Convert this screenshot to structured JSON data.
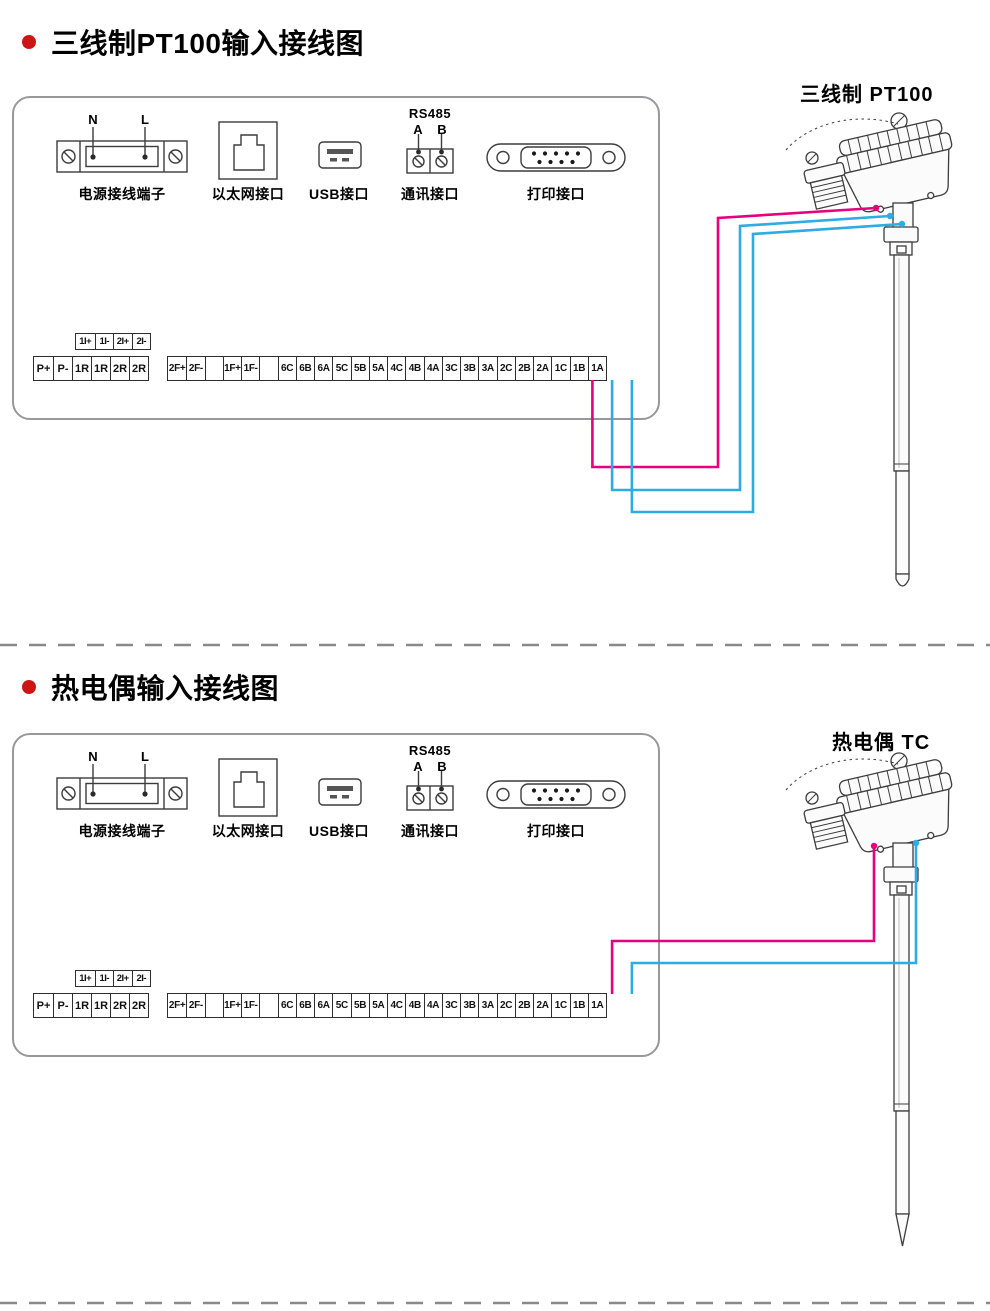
{
  "colors": {
    "accent_red": "#cc1616",
    "wire_magenta": "#e6007e",
    "wire_cyan": "#2bace2"
  },
  "sections": [
    {
      "title": "三线制PT100输入接线图",
      "sensor_label": "三线制 PT100"
    },
    {
      "title": "热电偶输入接线图",
      "sensor_label": "热电偶 TC"
    }
  ],
  "panel": {
    "power": {
      "n": "N",
      "l": "L",
      "label": "电源接线端子"
    },
    "ethernet": {
      "label": "以太网接口"
    },
    "usb": {
      "label": "USB接口"
    },
    "comm": {
      "title": "RS485",
      "a": "A",
      "b": "B",
      "label": "通讯接口"
    },
    "printer": {
      "label": "打印接口"
    },
    "current_strip": [
      "1I+",
      "1I-",
      "2I+",
      "2I-"
    ],
    "left_strip": [
      "P+",
      "P-",
      "1R",
      "1R",
      "2R",
      "2R"
    ],
    "right_strip": [
      "2F+",
      "2F-",
      "",
      "1F+",
      "1F-",
      "",
      "6C",
      "6B",
      "6A",
      "5C",
      "5B",
      "5A",
      "4C",
      "4B",
      "4A",
      "3C",
      "3B",
      "3A",
      "2C",
      "2B",
      "2A",
      "1C",
      "1B",
      "1A"
    ]
  }
}
